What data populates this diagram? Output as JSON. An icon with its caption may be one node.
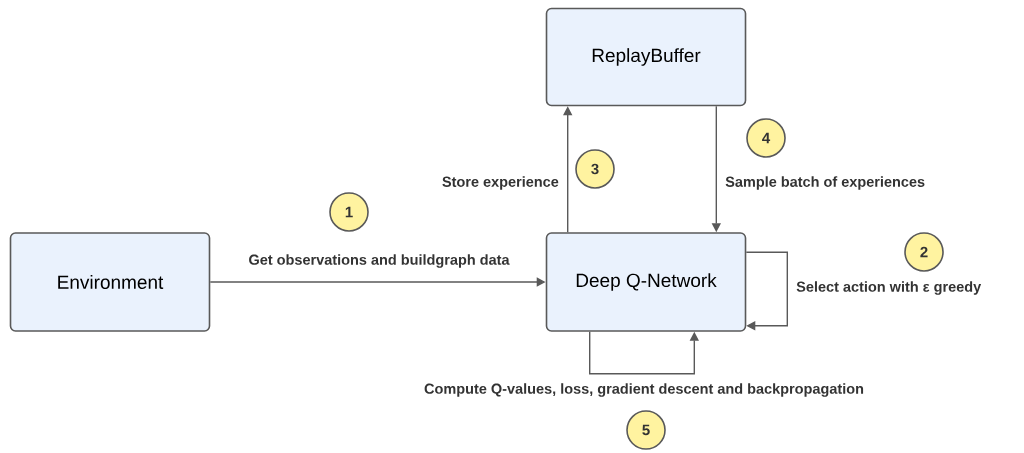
{
  "diagram": {
    "nodes": [
      {
        "text": [
          "ReplayBuffer"
        ]
      },
      {
        "text": [
          "Environment"
        ]
      },
      {
        "text": [
          "Deep Q-Network"
        ]
      },
      {
        "text": [
          "1"
        ]
      },
      {
        "text": [
          "2"
        ]
      },
      {
        "text": [
          "3"
        ]
      },
      {
        "text": [
          "4"
        ]
      },
      {
        "text": [
          "5"
        ]
      }
    ],
    "edges": [
      {
        "from": 1,
        "to": 2,
        "arrow": "to",
        "label": "Get observations and buildgraph data"
      },
      {
        "from": 2,
        "to": 0,
        "arrow": "to",
        "label": "Store experience"
      },
      {
        "from": 0,
        "to": 2,
        "arrow": "to",
        "label": "Sample batch of experiences"
      },
      {
        "from": 2,
        "to": 2,
        "arrow": "to",
        "label": "Select action with ε greedy"
      },
      {
        "from": 2,
        "to": 2,
        "arrow": "to",
        "label": "Compute Q-values, loss, gradient descent and backpropagation"
      }
    ]
  }
}
